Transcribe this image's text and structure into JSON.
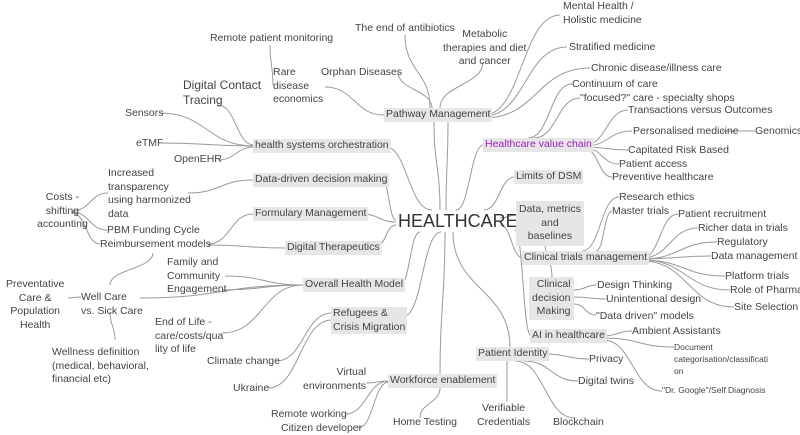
{
  "center": "HEALTHCARE",
  "colors": {
    "accent_value_chain": "#a020c0",
    "connector": "#9a9a9a",
    "branch_box": "#e6e6e6"
  },
  "branches": {
    "pathway": {
      "label": "Pathway Management",
      "children": [
        "The end of antibiotics",
        "Metabolic\ntherapies and diet\nand cancer",
        "Orphan Diseases",
        "Rare\ndisease\neconomics",
        "Remote patient monitoring",
        "Mental Health /\nHolistic medicine",
        "Stratified medicine",
        "Chronic disease/illness care"
      ]
    },
    "value_chain": {
      "label": "Healthcare value chain",
      "children": [
        "Continuum of care",
        "\"focused?\" care - specialty shops",
        "Transactions versus Outcomes",
        "Personalised medicine",
        "Genomics",
        "Capitated Risk Based",
        "Patient access",
        "Preventive healthcare"
      ]
    },
    "orchestration": {
      "label": "health systems orchestration",
      "children": [
        "Digital Contact\nTracing",
        "Sensors",
        "eTMF",
        "OpenEHR"
      ]
    },
    "data_driven": {
      "label": "Data-driven decision making",
      "children": [
        "Increased\ntransparency\nusing harmonized\ndata",
        "Costs -\nshifting\naccounting",
        "PBM Funding Cycle",
        "Reimbursement models"
      ]
    },
    "formulary": {
      "label": "Formulary Management"
    },
    "digital_therapeutics": {
      "label": "Digital Therapeutics"
    },
    "overall_health": {
      "label": "Overall Health Model",
      "children": [
        "Family and\nCommunity\nEngagement",
        "End of Life -\ncare/costs/qua\nlity of life",
        "Well Care\nvs. Sick Care",
        "Preventative\nCare &\nPopulation\nHealth",
        "Wellness definition\n(medical, behavioral,\nfinancial etc)"
      ]
    },
    "refugees": {
      "label": "Refugees &\nCrisis Migration",
      "children": [
        "Climate change",
        "Ukraine"
      ]
    },
    "workforce": {
      "label": "Workforce enablement",
      "children": [
        "Virtual\nenvironments",
        "Remote working",
        "Citizen developer",
        "Home Testing"
      ]
    },
    "patient_identity": {
      "label": "Patient Identity",
      "children": [
        "Privacy",
        "Digital twins",
        "Verifiable\nCredentials",
        "Blockchain"
      ]
    },
    "ai": {
      "label": "AI in healthcare",
      "children": [
        "Ambient Assistants",
        "Document\ncategorisation/classificati\non",
        "\"Dr. Google\"/Self Diagnosis"
      ]
    },
    "limits_dsm": {
      "label": "Limits of DSM"
    },
    "data_metrics": {
      "label": "Data, metrics\nand\nbaselines"
    },
    "clinical_trials": {
      "label": "Clinical trials management",
      "children": [
        "Research ethics",
        "Master trials",
        "Patient recruitment",
        "Richer data in trials",
        "Regulatory",
        "Data management",
        "Platform trials",
        "Role of Pharma",
        "Site Selection"
      ]
    },
    "clinical_decision": {
      "label": "Clinical\ndecision\nMaking",
      "children": [
        "Design Thinking",
        "Unintentional design",
        "\"Data driven\" models"
      ]
    }
  }
}
